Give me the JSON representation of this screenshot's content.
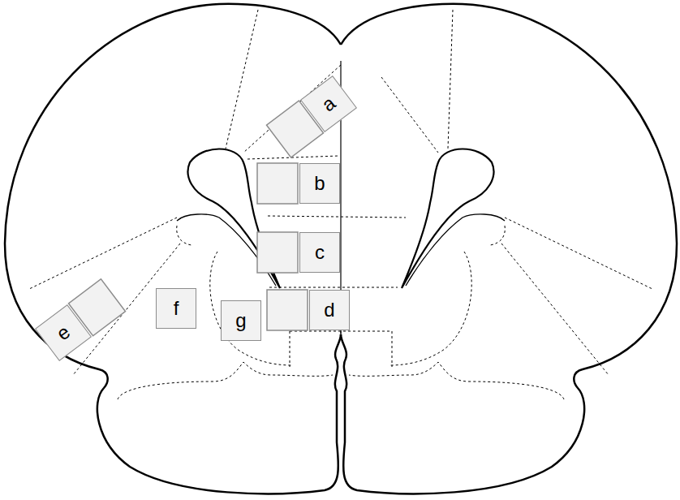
{
  "diagram": {
    "nodes": [
      {
        "text": [
          "a"
        ]
      },
      {
        "text": [
          "b"
        ]
      },
      {
        "text": [
          "c"
        ]
      },
      {
        "text": [
          "d"
        ]
      },
      {
        "text": [
          "e"
        ]
      },
      {
        "text": [
          "f"
        ]
      },
      {
        "text": [
          "g"
        ]
      }
    ]
  }
}
